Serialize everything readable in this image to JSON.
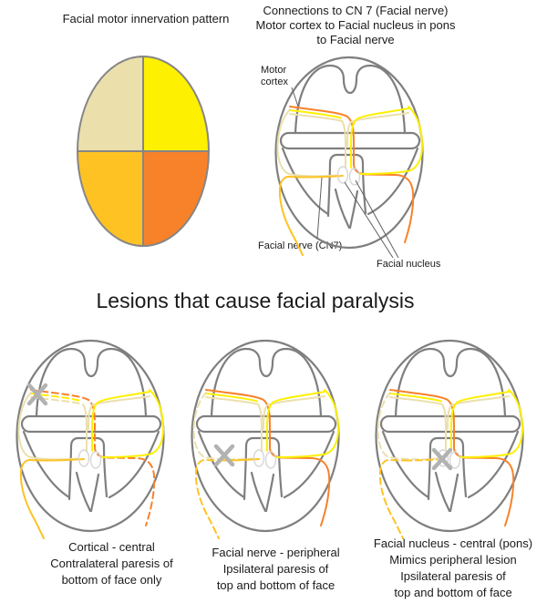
{
  "colors": {
    "tan": "#ebdfac",
    "yellow": "#fdf000",
    "amber": "#fec223",
    "orange": "#f8822a",
    "outline_gray": "#7f7f7f",
    "nucleus_gray": "#d6d6d6",
    "x_gray": "#b2b2b2",
    "pointer_gray": "#606060",
    "text": "#1a1a1a"
  },
  "top_left": {
    "title": "Facial motor innervation pattern",
    "quadrants": {
      "upper_left_color": "#ebdfac",
      "upper_right_color": "#fdf000",
      "lower_left_color": "#fec223",
      "lower_right_color": "#f8822a"
    }
  },
  "top_right": {
    "title_line1": "Connections to CN 7 (Facial nerve)",
    "title_line2": "Motor cortex to Facial nucleus in pons",
    "title_line3": "to Facial nerve",
    "labels": {
      "motor_cortex_line1": "Motor",
      "motor_cortex_line2": "cortex",
      "facial_nerve": "Facial nerve (CN7)",
      "facial_nucleus": "Facial nucleus"
    }
  },
  "section_title": "Lesions that cause facial paralysis",
  "lesions": [
    {
      "caption": [
        "Cortical - central",
        "Contralateral paresis of",
        "bottom of face only"
      ]
    },
    {
      "caption": [
        "Facial nerve - peripheral",
        "Ipsilateral paresis of",
        "top and bottom of face"
      ]
    },
    {
      "caption": [
        "Facial nucleus - central (pons)",
        "Mimics peripheral lesion",
        "Ipsilateral paresis of",
        "top and bottom of face"
      ]
    }
  ]
}
